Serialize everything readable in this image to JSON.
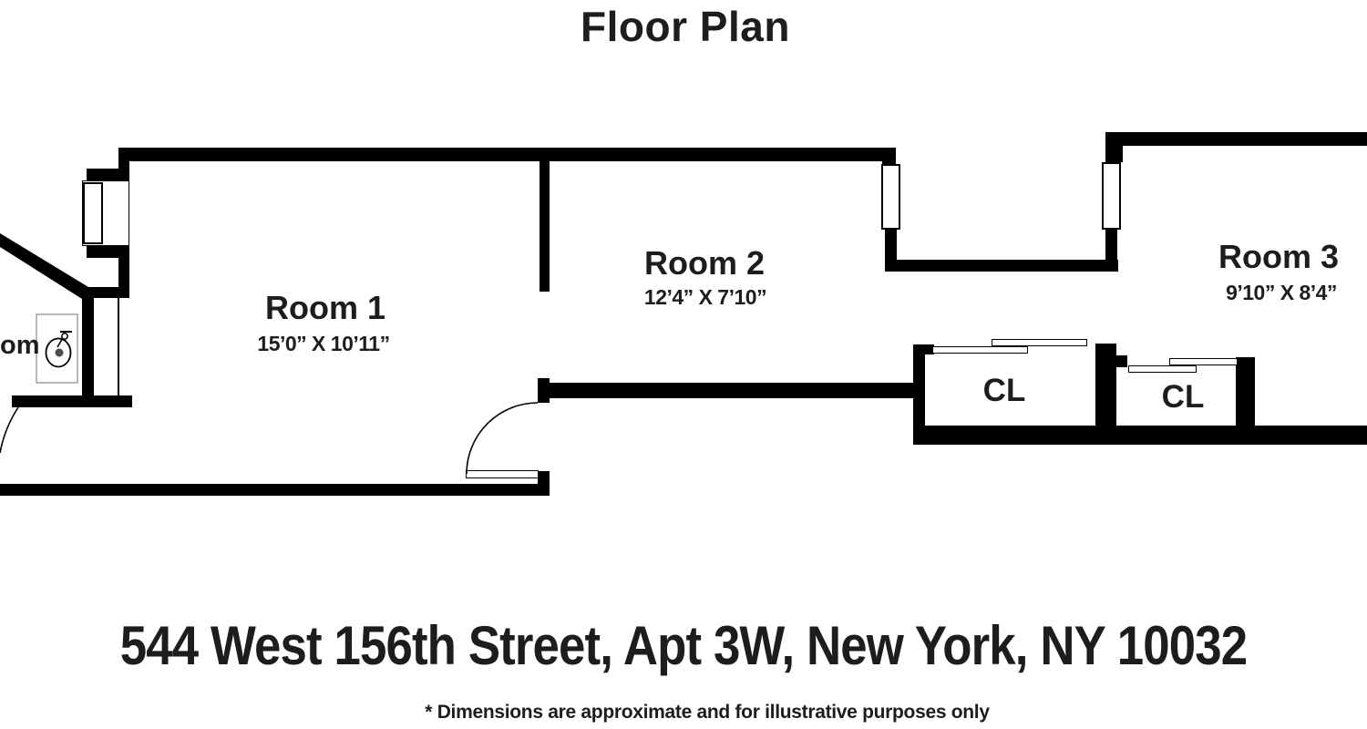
{
  "title": "Floor Plan",
  "rooms": [
    {
      "name": "Room 1",
      "dims": "15’0” X 10’11”"
    },
    {
      "name": "Room 2",
      "dims": "12’4” X 7’10”"
    },
    {
      "name": "Room 3",
      "dims": "9’10” X 8’4”"
    }
  ],
  "closets": [
    {
      "label": "CL"
    },
    {
      "label": "CL"
    }
  ],
  "partial_room_label": "om",
  "footer": {
    "address": "544 West 156th Street, Apt 3W, New York, NY 10032",
    "disclaimer": "* Dimensions are approximate and for illustrative purposes only"
  },
  "colors": {
    "wall": "#000000",
    "text": "#1d1d1b",
    "fixture_dot": "#4d4d4d",
    "background": "#ffffff"
  }
}
